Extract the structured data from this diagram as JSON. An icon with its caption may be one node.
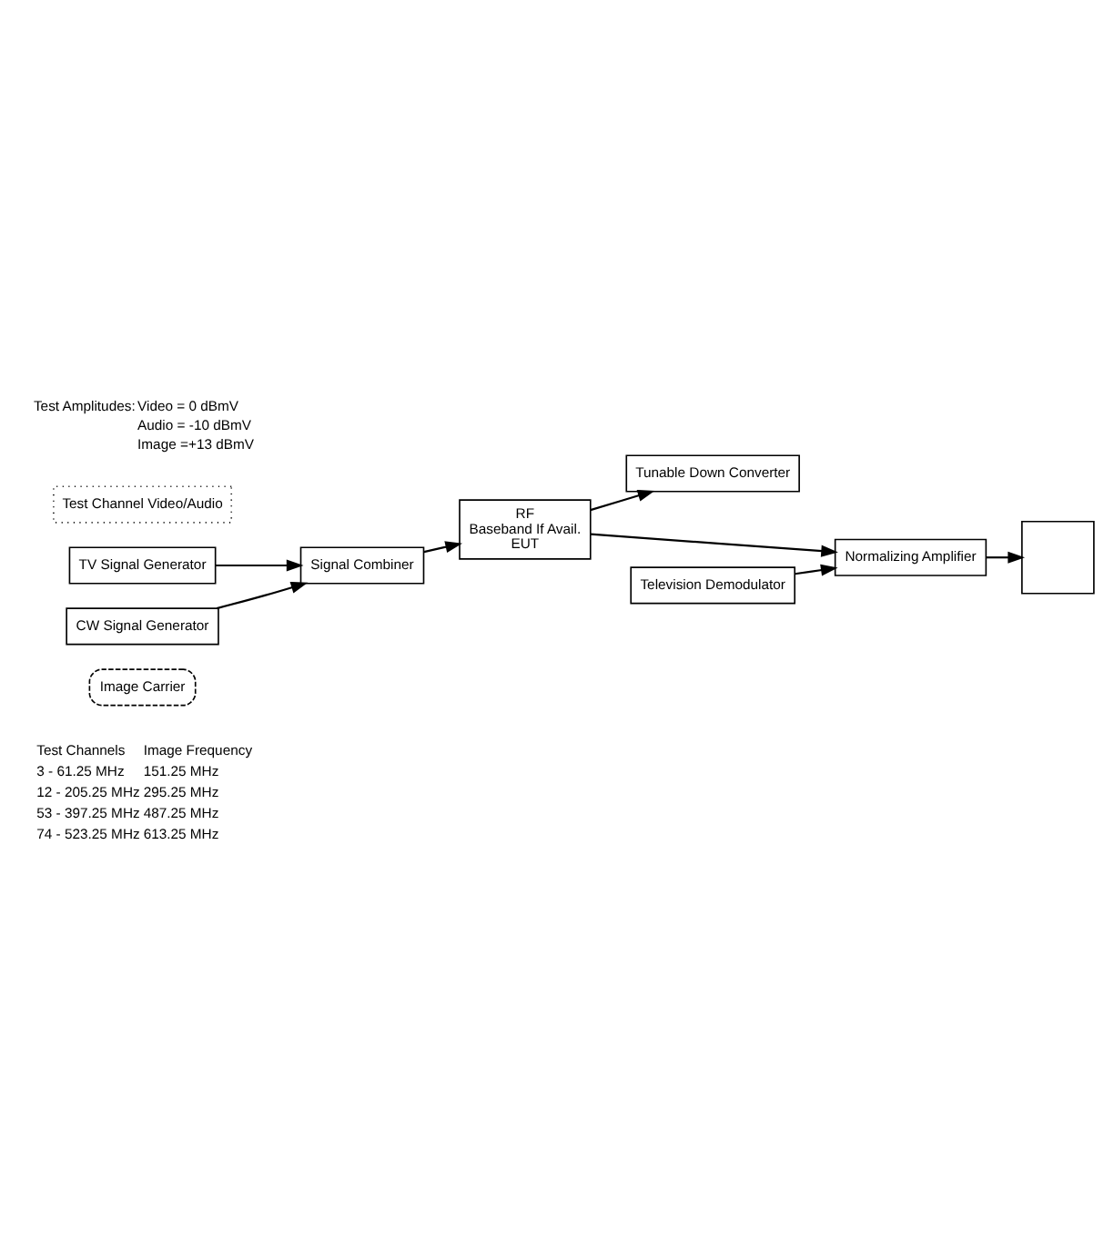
{
  "diagram": {
    "nodes": [
      {
        "text": [
          "Test Channel Video/Audio"
        ]
      },
      {
        "text": [
          "TV Signal Generator"
        ]
      },
      {
        "text": [
          "CW Signal Generator"
        ]
      },
      {
        "text": [
          "Image Carrier"
        ]
      },
      {
        "text": [
          "Signal Combiner"
        ]
      },
      {
        "text": [
          "RF",
          "Baseband If Avail.",
          "EUT"
        ]
      },
      {
        "text": [
          "Tunable Down Converter"
        ]
      },
      {
        "text": [
          "Television Demodulator"
        ]
      },
      {
        "text": [
          "Normalizing Amplifier"
        ]
      },
      {
        "text": [],
        "shape": "box"
      }
    ],
    "edges": [
      {
        "from": 1,
        "to": 4,
        "arrow": "to"
      },
      {
        "from": 2,
        "to": 4,
        "arrow": "to"
      },
      {
        "from": 4,
        "to": 5,
        "arrow": "to"
      },
      {
        "from": 5,
        "to": 6,
        "arrow": "to"
      },
      {
        "from": 5,
        "to": 8,
        "arrow": "to"
      },
      {
        "from": 7,
        "to": 8,
        "arrow": "to"
      },
      {
        "from": 8,
        "to": 9,
        "arrow": "to"
      }
    ],
    "labels": [
      "Test Amplitudes:",
      "Video = 0 dBmV",
      "Audio = -10 dBmV",
      "Image =+13 dBmV",
      "Test Channels",
      "Image Frequency",
      "3 - 61.25 MHz",
      "151.25 MHz",
      "12 - 205.25 MHz",
      "295.25 MHz",
      "53 - 397.25 MHz",
      "487.25 MHz",
      "74 - 523.25 MHz",
      "613.25 MHz"
    ]
  }
}
